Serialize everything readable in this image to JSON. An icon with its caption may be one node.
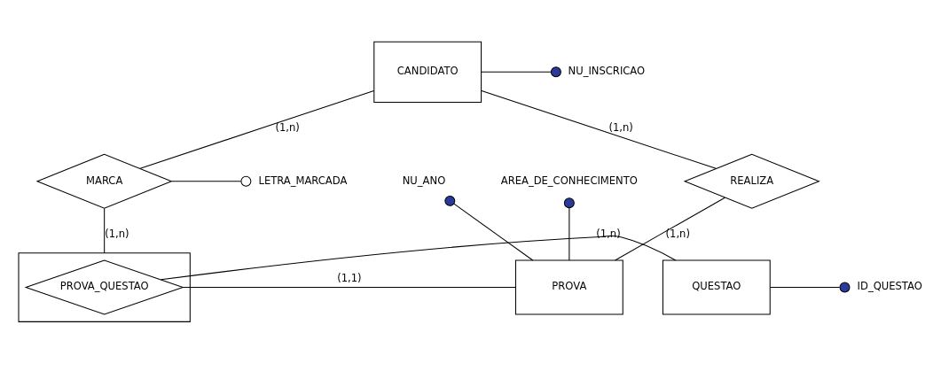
{
  "diagram": {
    "nodes": [
      {
        "text": [
          "CANDIDATO"
        ]
      },
      {
        "text": [
          "NU_INSCRICAO"
        ]
      },
      {
        "text": [
          "REALIZA"
        ]
      },
      {
        "text": [
          "MARCA"
        ]
      },
      {
        "text": [
          "LETRA_MARCADA"
        ]
      },
      {
        "text": [
          "NU_ANO"
        ]
      },
      {
        "text": [
          "AREA_DE_CONHECIMENTO"
        ]
      },
      {
        "text": [
          "PROVA"
        ]
      },
      {
        "text": [],
        "shape": "box"
      },
      {
        "text": [
          "PROVA_QUESTAO"
        ],
        "in": 8
      },
      {
        "text": [
          "QUESTAO"
        ]
      },
      {
        "text": [
          "ID_QUESTAO"
        ]
      }
    ],
    "edges": [
      {
        "from": 0,
        "to": 1,
        "arrow": "other"
      },
      {
        "from": 0,
        "to": 2,
        "arrow": "none",
        "label": "(1,n)"
      },
      {
        "from": 0,
        "to": 3,
        "arrow": "none",
        "label": "(1,n)"
      },
      {
        "from": 3,
        "to": 4,
        "arrow": "other"
      },
      {
        "from": 2,
        "to": 7,
        "arrow": "none",
        "label": "(1,n)"
      },
      {
        "from": 3,
        "to": 8,
        "arrow": "none",
        "label": "(1,n)"
      },
      {
        "from": 7,
        "to": 5,
        "arrow": "other"
      },
      {
        "from": 7,
        "to": 6,
        "arrow": "other"
      },
      {
        "from": 7,
        "to": 9,
        "arrow": "none",
        "label": "(1,1)"
      },
      {
        "from": 9,
        "to": 10,
        "arrow": "none",
        "label": "(1,n)"
      },
      {
        "from": 10,
        "to": 11,
        "arrow": "other"
      }
    ]
  }
}
